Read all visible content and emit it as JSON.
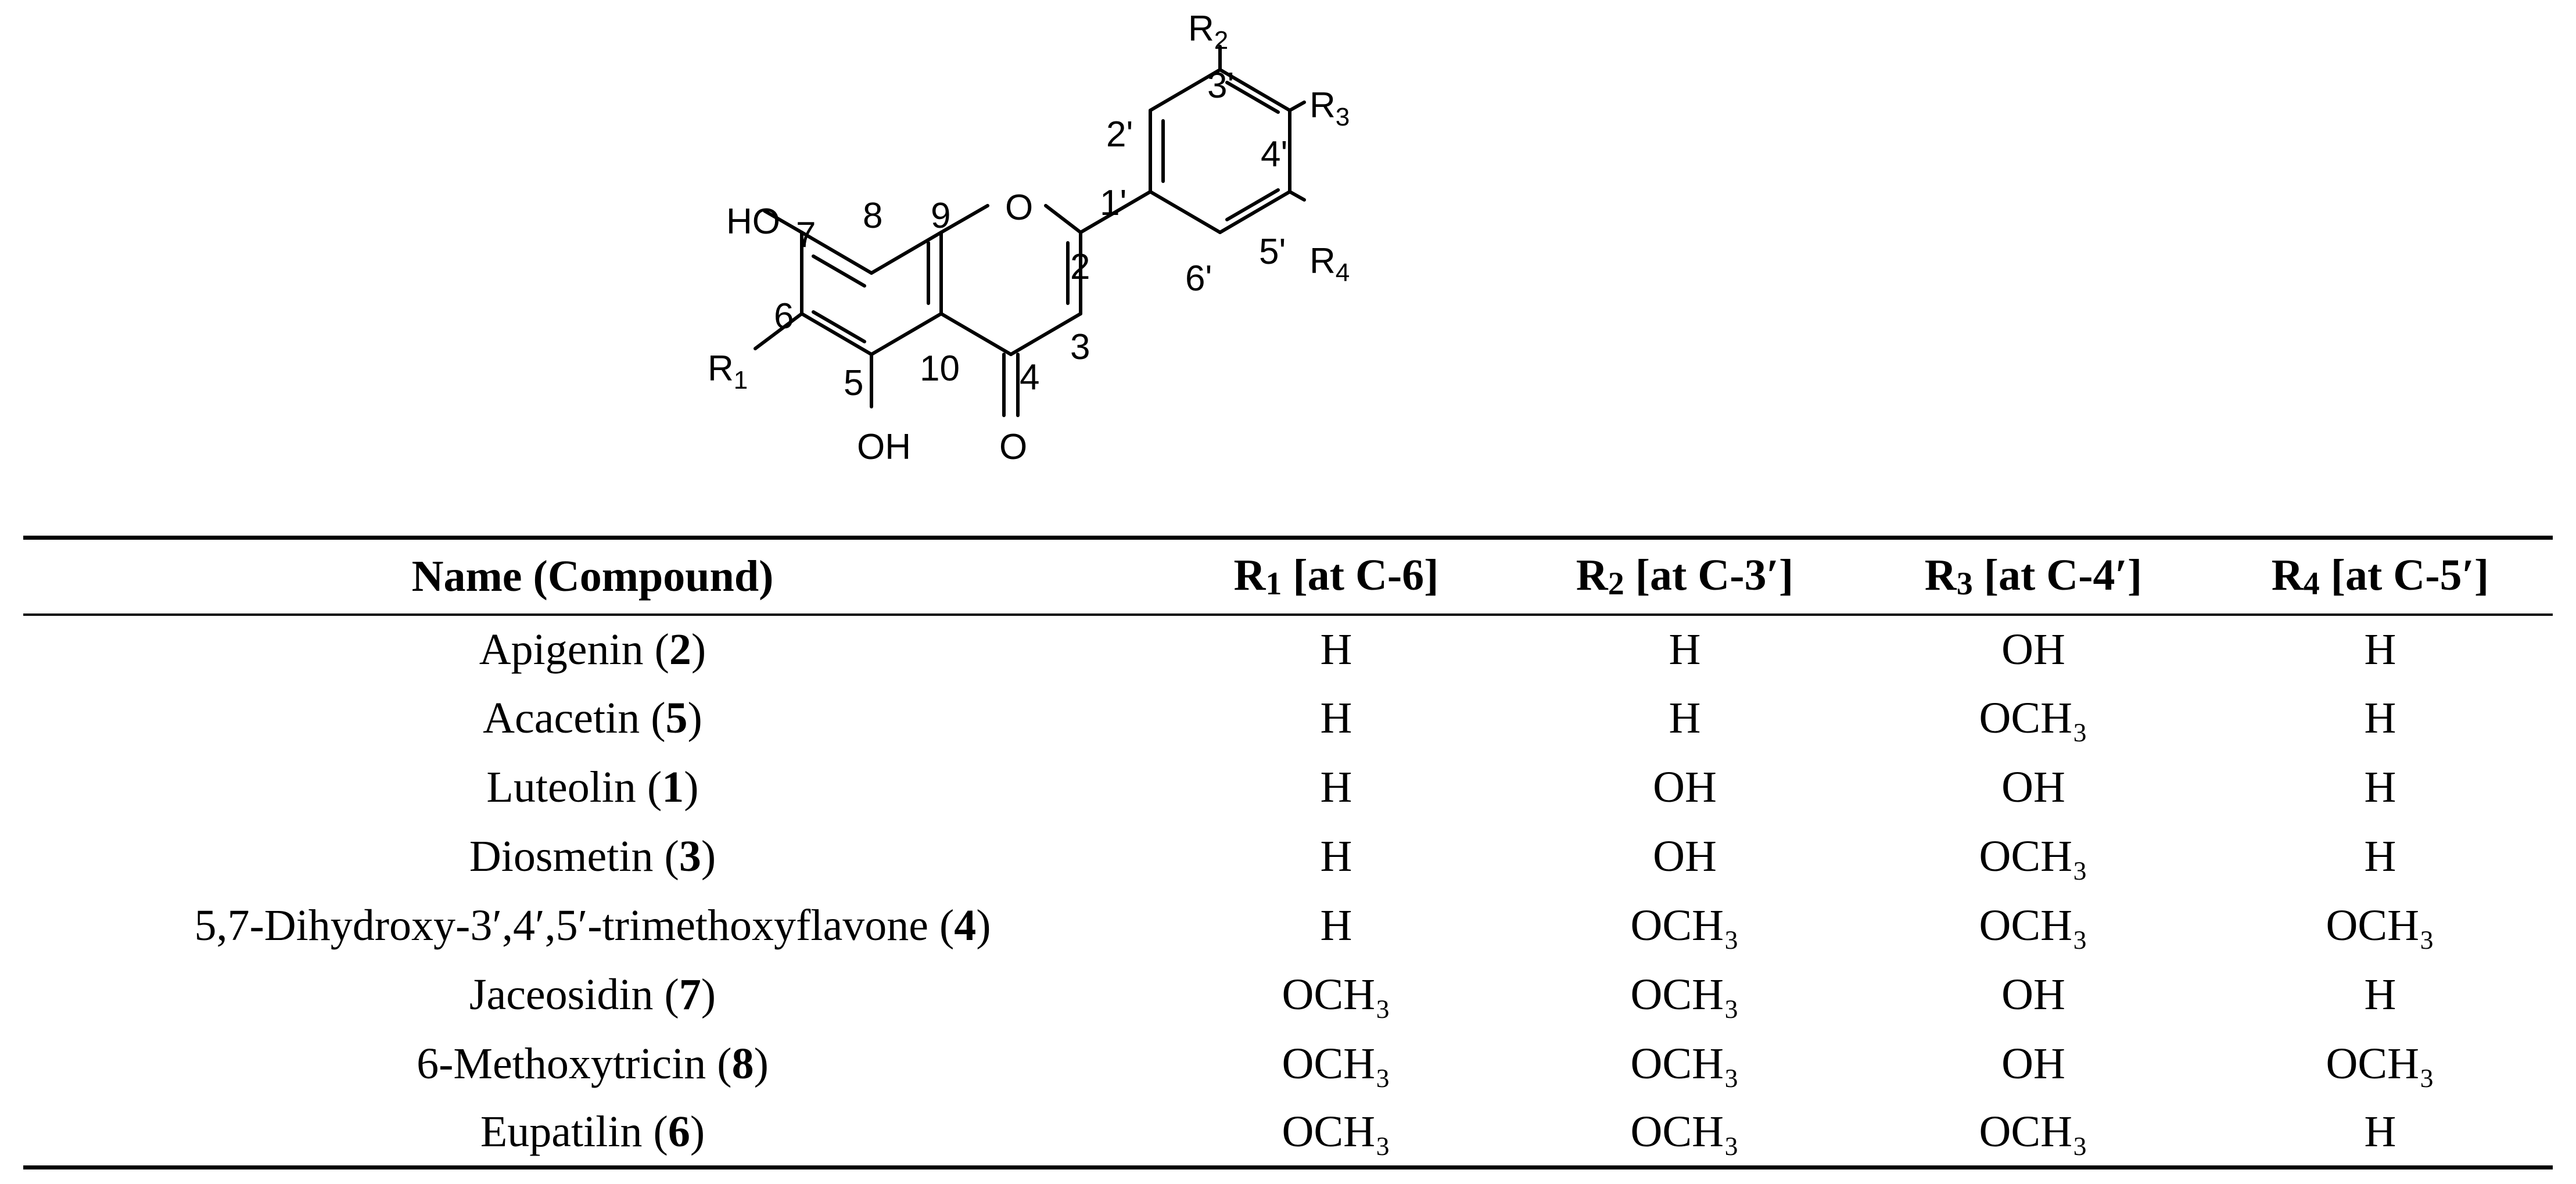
{
  "structure": {
    "atoms": {
      "ho": "HO",
      "oh": "OH",
      "o_ring": "O",
      "o_carbonyl": "O",
      "r1": "R",
      "r1_sub": "1",
      "r2": "R",
      "r2_sub": "2",
      "r3": "R",
      "r3_sub": "3",
      "r4": "R",
      "r4_sub": "4"
    },
    "numbering": {
      "n2": "2",
      "n3": "3",
      "n4": "4",
      "n5": "5",
      "n6": "6",
      "n7": "7",
      "n8": "8",
      "n9": "9",
      "n10": "10",
      "n1p": "1'",
      "n2p": "2'",
      "n3p": "3'",
      "n4p": "4'",
      "n5p": "5'",
      "n6p": "6'"
    }
  },
  "table": {
    "headers": [
      {
        "main": "Name (Compound)"
      },
      {
        "main": "R",
        "sub": "1",
        "rest": " [at C-6]"
      },
      {
        "main": "R",
        "sub": "2",
        "rest": " [at C-3′]"
      },
      {
        "main": "R",
        "sub": "3",
        "rest": " [at C-4′]"
      },
      {
        "main": "R",
        "sub": "4",
        "rest": " [at C-5′]"
      }
    ],
    "rows": [
      {
        "name": "Apigenin",
        "num": "2",
        "r1": "H",
        "r2": "H",
        "r3": "OH",
        "r4": "H"
      },
      {
        "name": "Acacetin",
        "num": "5",
        "r1": "H",
        "r2": "H",
        "r3": "OCH₃",
        "r4": "H"
      },
      {
        "name": "Luteolin",
        "num": "1",
        "r1": "H",
        "r2": "OH",
        "r3": "OH",
        "r4": "H"
      },
      {
        "name": "Diosmetin",
        "num": "3",
        "r1": "H",
        "r2": "OH",
        "r3": "OCH₃",
        "r4": "H"
      },
      {
        "name": "5,7-Dihydroxy-3′,4′,5′-trimethoxyflavone",
        "num": "4",
        "r1": "H",
        "r2": "OCH₃",
        "r3": "OCH₃",
        "r4": "OCH₃"
      },
      {
        "name": "Jaceosidin",
        "num": "7",
        "r1": "OCH₃",
        "r2": "OCH₃",
        "r3": "OH",
        "r4": "H"
      },
      {
        "name": "6-Methoxytricin",
        "num": "8",
        "r1": "OCH₃",
        "r2": "OCH₃",
        "r3": "OH",
        "r4": "OCH₃"
      },
      {
        "name": "Eupatilin",
        "num": "6",
        "r1": "OCH₃",
        "r2": "OCH₃",
        "r3": "OCH₃",
        "r4": "H"
      }
    ]
  }
}
